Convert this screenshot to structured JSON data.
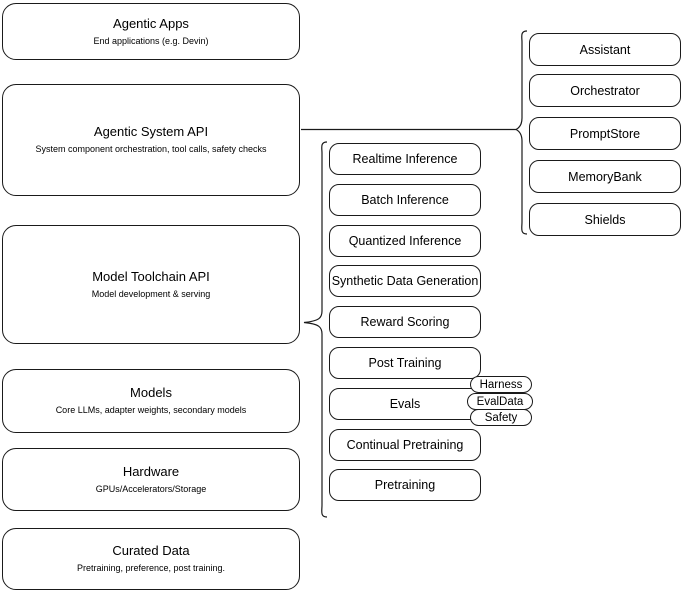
{
  "diagram": {
    "title": "Agentic AI stack architecture",
    "stroke_color": "#1a1a1a",
    "background_color": "#ffffff"
  },
  "stack_layers": [
    {
      "name": "agentic-apps",
      "title": "Agentic Apps",
      "subtitle": "End applications (e.g. Devin)"
    },
    {
      "name": "agentic-system-api",
      "title": "Agentic System API",
      "subtitle": "System component orchestration, tool calls, safety checks"
    },
    {
      "name": "model-toolchain-api",
      "title": "Model Toolchain API",
      "subtitle": "Model development & serving"
    },
    {
      "name": "models",
      "title": "Models",
      "subtitle": "Core LLMs, adapter weights, secondary models"
    },
    {
      "name": "hardware",
      "title": "Hardware",
      "subtitle": "GPUs/Accelerators/Storage"
    },
    {
      "name": "curated-data",
      "title": "Curated Data",
      "subtitle": "Pretraining, preference, post training."
    }
  ],
  "toolchain_capabilities": [
    {
      "name": "realtime-inference",
      "label": "Realtime Inference"
    },
    {
      "name": "batch-inference",
      "label": "Batch Inference"
    },
    {
      "name": "quantized-inference",
      "label": "Quantized Inference"
    },
    {
      "name": "synthetic-data-generation",
      "label": "Synthetic Data Generation"
    },
    {
      "name": "reward-scoring",
      "label": "Reward Scoring"
    },
    {
      "name": "post-training",
      "label": "Post Training"
    },
    {
      "name": "evals",
      "label": "Evals"
    },
    {
      "name": "continual-pretraining",
      "label": "Continual Pretraining"
    },
    {
      "name": "pretraining",
      "label": "Pretraining"
    }
  ],
  "eval_tags": [
    {
      "name": "harness",
      "label": "Harness"
    },
    {
      "name": "evaldata",
      "label": "EvalData"
    },
    {
      "name": "safety",
      "label": "Safety"
    }
  ],
  "system_components": [
    {
      "name": "assistant",
      "label": "Assistant"
    },
    {
      "name": "orchestrator",
      "label": "Orchestrator"
    },
    {
      "name": "promptstore",
      "label": "PromptStore"
    },
    {
      "name": "memorybank",
      "label": "MemoryBank"
    },
    {
      "name": "shields",
      "label": "Shields"
    }
  ]
}
